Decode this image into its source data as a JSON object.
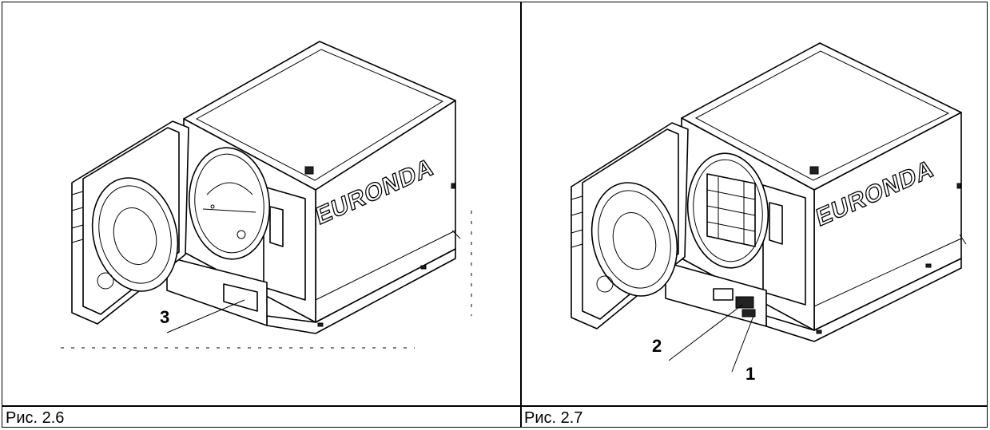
{
  "figures": [
    {
      "caption": "Рис. 2.6",
      "brand_label": "EURONDA",
      "callouts": [
        "3"
      ]
    },
    {
      "caption": "Рис. 2.7",
      "brand_label": "EURONDA",
      "callouts": [
        "2",
        "1"
      ]
    }
  ]
}
